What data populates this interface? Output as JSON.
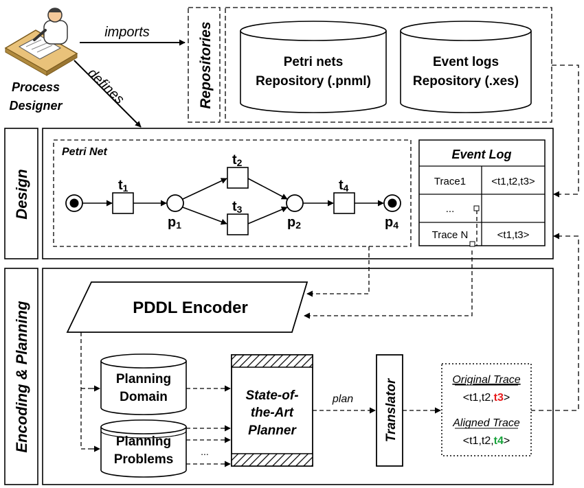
{
  "actor": {
    "line1": "Process",
    "line2": "Designer"
  },
  "edges": {
    "imports": "imports",
    "defines": "defines",
    "plan": "plan"
  },
  "sections": {
    "repositories": "Repositories",
    "design": "Design",
    "encoding": "Encoding & Planning"
  },
  "repositories": {
    "petri": {
      "line1": "Petri nets",
      "line2": "Repository (.pnml)"
    },
    "event": {
      "line1": "Event logs",
      "line2": "Repository (.xes)"
    }
  },
  "petri_net": {
    "title": "Petri Net",
    "transitions": {
      "t1": "t",
      "t2": "t",
      "t3": "t",
      "t4": "t"
    },
    "transition_subs": {
      "t1": "1",
      "t2": "2",
      "t3": "3",
      "t4": "4"
    },
    "places": {
      "p1": "p",
      "p2": "p",
      "p4": "p"
    },
    "place_subs": {
      "p1": "1",
      "p2": "2",
      "p4": "4"
    }
  },
  "event_log": {
    "title": "Event Log",
    "rows": [
      {
        "trace": "Trace1",
        "events": "<t1,t2,t3>"
      },
      {
        "trace": "...",
        "events": ""
      },
      {
        "trace": "Trace N",
        "events": "<t1,t3>"
      }
    ]
  },
  "encoder": "PDDL Encoder",
  "planning_domain": {
    "line1": "Planning",
    "line2": "Domain"
  },
  "planning_problems": {
    "line1": "Planning",
    "line2": "Problems"
  },
  "planner": {
    "line1": "State-of-",
    "line2": "the-Art",
    "line3": "Planner"
  },
  "translator": "Translator",
  "ellipsis": "...",
  "traces": {
    "original_label": "Original Trace",
    "original_prefix": "<t1,t2,",
    "original_highlight": "t3",
    "original_suffix": ">",
    "aligned_label": "Aligned Trace",
    "aligned_prefix": "<t1,t2,",
    "aligned_highlight": "t4",
    "aligned_suffix": ">"
  },
  "colors": {
    "removed": "#e8191a",
    "added": "#17a23a"
  }
}
